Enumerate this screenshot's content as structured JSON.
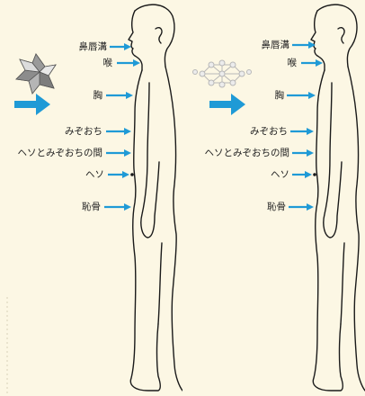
{
  "colors": {
    "panel_background": "#fcf7e4",
    "arrow": "#1f9ad6",
    "outline": "#1a1a1a"
  },
  "panels": [
    {
      "icon": "stellated-octahedron-icon",
      "labels": [
        "鼻唇溝",
        "喉",
        "胸",
        "みぞおち",
        "ヘソとみぞおちの間",
        "ヘソ",
        "恥骨"
      ]
    },
    {
      "icon": "molecular-lattice-icon",
      "labels": [
        "鼻唇溝",
        "喉",
        "胸",
        "みぞおち",
        "ヘソとみぞおちの間",
        "ヘソ",
        "恥骨"
      ]
    }
  ]
}
